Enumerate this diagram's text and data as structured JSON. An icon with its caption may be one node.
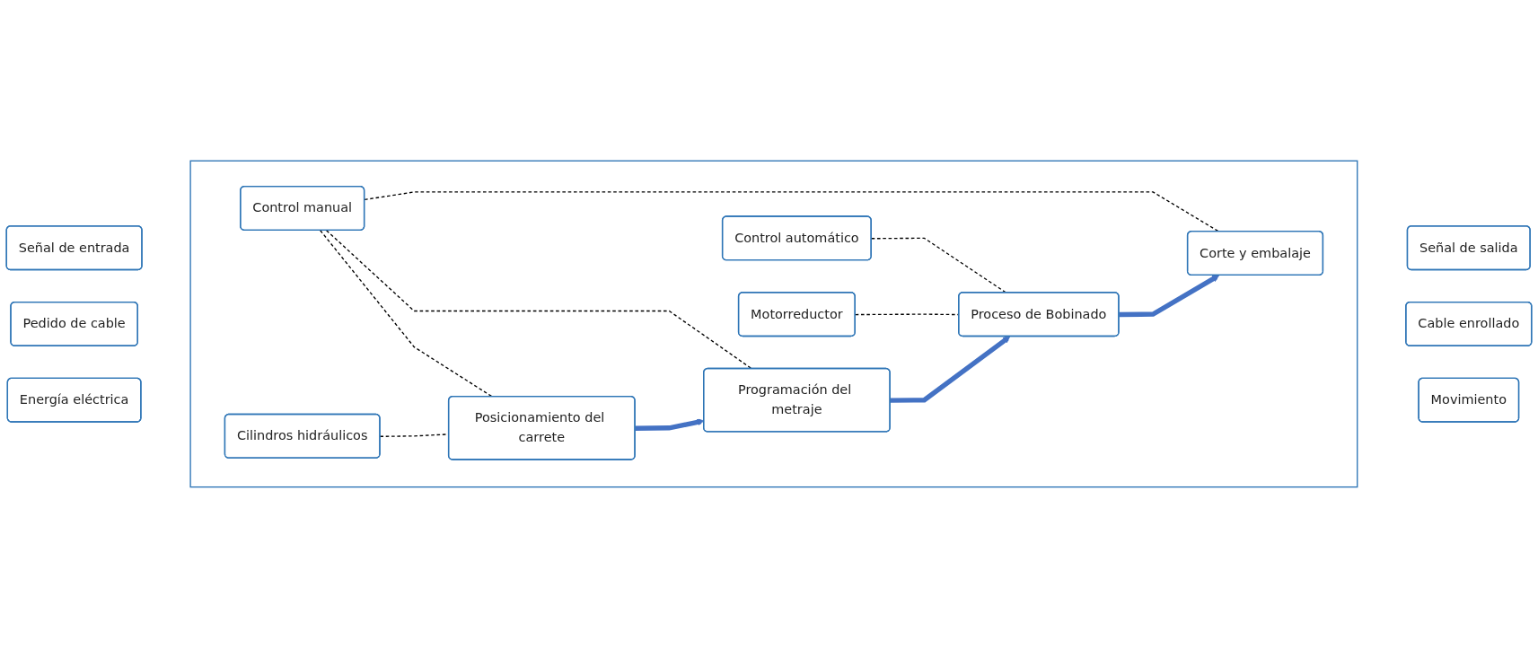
{
  "diagram": {
    "nodes": [
      {
        "text": [
          "Señal de entrada"
        ]
      },
      {
        "text": [
          "Pedido de cable"
        ]
      },
      {
        "text": [
          "Energía eléctrica"
        ]
      },
      {
        "text": [],
        "shape": "box"
      },
      {
        "text": [
          "Control manual"
        ],
        "in": 3
      },
      {
        "text": [
          "Control automático"
        ],
        "in": 3
      },
      {
        "text": [
          "Posicionamiento del carrete"
        ],
        "in": 3
      },
      {
        "text": [
          "Programación del metraje"
        ],
        "in": 3
      },
      {
        "text": [
          "Proceso de Bobinado"
        ],
        "in": 3
      },
      {
        "text": [
          "Corte y embalaje"
        ],
        "in": 3
      },
      {
        "text": [
          "Motorreductor"
        ],
        "in": 3
      },
      {
        "text": [
          "Cilindros hidráulicos"
        ],
        "in": 3
      },
      {
        "text": [
          "Señal de salida"
        ]
      },
      {
        "text": [
          "Cable enrollado"
        ]
      },
      {
        "text": [
          "Movimiento"
        ]
      }
    ],
    "edges": [
      {
        "from": 6,
        "to": 7,
        "arrow": "to",
        "style": "thick",
        "color": "#4472c4"
      },
      {
        "from": 7,
        "to": 8,
        "arrow": "to",
        "style": "thick",
        "color": "#4472c4"
      },
      {
        "from": 8,
        "to": 9,
        "arrow": "to",
        "style": "thick",
        "color": "#4472c4"
      },
      {
        "from": 4,
        "to": 6,
        "arrow": "none",
        "style": "dashed"
      },
      {
        "from": 4,
        "to": 7,
        "arrow": "none",
        "style": "dashed"
      },
      {
        "from": 4,
        "to": 9,
        "arrow": "none",
        "style": "dashed"
      },
      {
        "from": 5,
        "to": 8,
        "arrow": "none",
        "style": "dashed"
      },
      {
        "from": 10,
        "to": 8,
        "arrow": "none",
        "style": "dashed"
      },
      {
        "from": 11,
        "to": 6,
        "arrow": "none",
        "style": "dashed"
      }
    ]
  }
}
